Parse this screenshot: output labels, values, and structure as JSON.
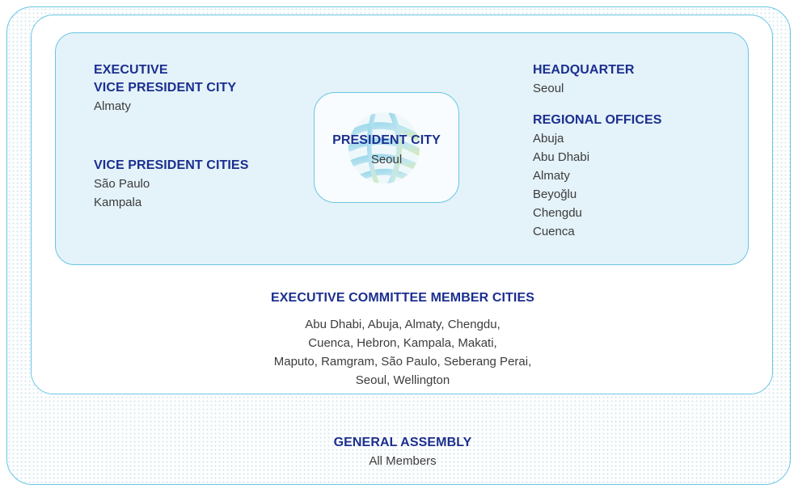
{
  "executive_vp": {
    "heading_line1": "EXECUTIVE",
    "heading_line2": "VICE PRESIDENT CITY",
    "city": "Almaty"
  },
  "vice_presidents": {
    "heading": "VICE PRESIDENT CITIES",
    "cities": [
      "São Paulo",
      "Kampala"
    ]
  },
  "president": {
    "heading": "PRESIDENT CITY",
    "city": "Seoul"
  },
  "headquarter": {
    "heading": "HEADQUARTER",
    "city": "Seoul"
  },
  "regional_offices": {
    "heading": "REGIONAL OFFICES",
    "cities": [
      "Abuja",
      "Abu Dhabi",
      "Almaty",
      "Beyoğlu",
      "Chengdu",
      "Cuenca"
    ]
  },
  "executive_committee": {
    "heading": "EXECUTIVE COMMITTEE MEMBER CITIES",
    "lines": [
      "Abu Dhabi, Abuja, Almaty, Chengdu,",
      "Cuenca, Hebron, Kampala, Makati,",
      "Maputo, Ramgram, São Paulo, Seberang Perai,",
      "Seoul, Wellington"
    ]
  },
  "general_assembly": {
    "heading": "GENERAL ASSEMBLY",
    "members": "All Members"
  },
  "colors": {
    "heading": "#1b2f8f",
    "border": "#69c6e3",
    "inner_fill": "#e4f2f9",
    "text": "#3c3c3c"
  }
}
